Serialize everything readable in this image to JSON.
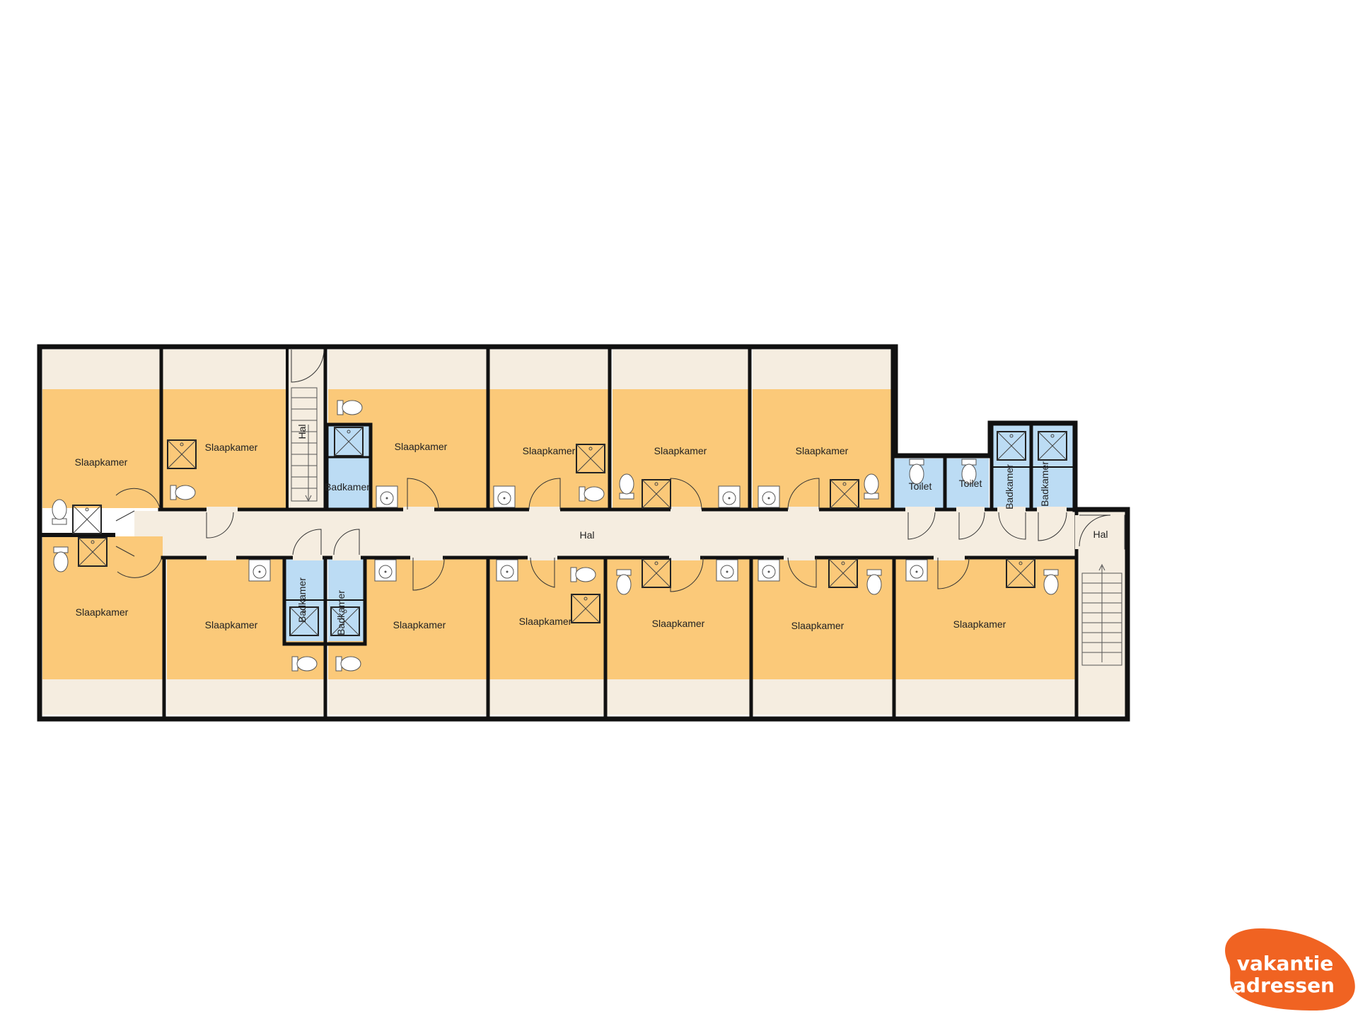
{
  "floorplan": {
    "colors": {
      "bedroom": "#fbc979",
      "hall": "#f5ede0",
      "bathroom": "#bcdcf4",
      "wall": "#111111",
      "fixture": "#555555",
      "logo": "#f06322"
    },
    "labels": {
      "bedroom": "Slaapkamer",
      "hall": "Hal",
      "bathroom": "Badkamer",
      "toilet": "Toilet"
    }
  },
  "logo": {
    "line1": "vakantie",
    "line2": "adressen"
  }
}
